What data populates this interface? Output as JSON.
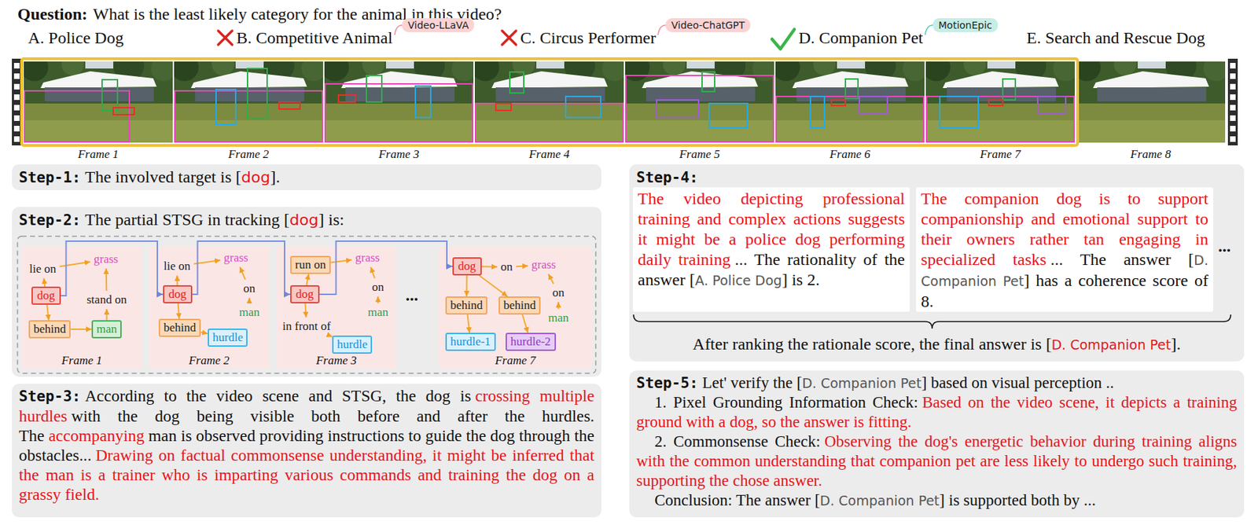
{
  "diagram": {
    "nodes": [
      {
        "text": [
          "Video-LLaVA"
        ]
      },
      {
        "text": [
          "Video-ChatGPT"
        ]
      },
      {
        "text": [
          "MotionEpic"
        ]
      },
      {
        "text": [
          "Step-1:",
          "The involved target is [",
          "dog",
          "]."
        ]
      },
      {
        "text": [
          "Step-2:",
          "The partial STSG in tracking [",
          "dog",
          "] is:"
        ]
      },
      {
        "text": [
          "Frame 1"
        ],
        "in": 4
      },
      {
        "text": [
          "dog"
        ],
        "in": 5
      },
      {
        "text": [
          "lie on"
        ],
        "in": 5
      },
      {
        "text": [
          "grass"
        ],
        "in": 5
      },
      {
        "text": [
          "behind"
        ],
        "in": 5
      },
      {
        "text": [
          "man"
        ],
        "in": 5
      },
      {
        "text": [
          "stand on"
        ],
        "in": 5
      },
      {
        "text": [
          "Frame 2"
        ],
        "in": 4
      },
      {
        "text": [
          "lie on"
        ],
        "in": 12
      },
      {
        "text": [
          "grass"
        ],
        "in": 12
      },
      {
        "text": [
          "dog"
        ],
        "in": 12
      },
      {
        "text": [
          "on"
        ],
        "in": 12
      },
      {
        "text": [
          "behind"
        ],
        "in": 12
      },
      {
        "text": [
          "man"
        ],
        "in": 12
      },
      {
        "text": [
          "hurdle"
        ],
        "in": 12
      },
      {
        "text": [
          "Frame 3"
        ],
        "in": 4
      },
      {
        "text": [
          "run on"
        ],
        "in": 20
      },
      {
        "text": [
          "grass"
        ],
        "in": 20
      },
      {
        "text": [
          "dog"
        ],
        "in": 20
      },
      {
        "text": [
          "on"
        ],
        "in": 20
      },
      {
        "text": [
          "in front of"
        ],
        "in": 20
      },
      {
        "text": [
          "man"
        ],
        "in": 20
      },
      {
        "text": [
          "hurdle"
        ],
        "in": 20
      },
      {
        "text": [
          "Frame 7"
        ],
        "in": 4
      },
      {
        "text": [
          "dog"
        ],
        "in": 28
      },
      {
        "text": [
          "on"
        ],
        "in": 28
      },
      {
        "text": [
          "grass"
        ],
        "in": 28
      },
      {
        "text": [
          "behind"
        ],
        "in": 28
      },
      {
        "text": [
          "behind"
        ],
        "in": 28
      },
      {
        "text": [
          "on"
        ],
        "in": 28
      },
      {
        "text": [
          "man"
        ],
        "in": 28
      },
      {
        "text": [
          "hurdle-1"
        ],
        "in": 28
      },
      {
        "text": [
          "hurdle-2"
        ],
        "in": 28
      },
      {
        "text": [
          "Step-3:",
          "According to the video scene and STSG, the dog is",
          "crossing multiple hurdles",
          "with the dog being visible both before and after the hurdles. The",
          "accompanying",
          "man is observed providing instructions to guide the dog through the obstacles...",
          "Drawing on factual commonsense understanding, it might be inferred that the man is a trainer who is imparting various commands and training the dog on a grassy field."
        ]
      },
      {
        "text": [
          "Step-4:",
          "After ranking the rationale score, the final answer is [",
          "D. Companion Pet",
          "]."
        ]
      },
      {
        "text": [
          "The video depicting professional training and complex actions suggests it might be a police dog performing daily training",
          "... The rationality of the answer [",
          "A. Police Dog",
          "] is 2."
        ],
        "in": 39
      },
      {
        "text": [
          "The companion dog is to support companionship and emotional support to their owners rather tan engaging in specialized tasks",
          "... The answer [",
          "D. Companion Pet",
          "] has a coherence score of 8."
        ],
        "in": 39
      },
      {
        "text": [
          "Step-5:",
          "Let' verify the [",
          "D. Companion Pet",
          "] based on visual perception ..",
          "1. Pixel Grounding Information Check:",
          "Based on the video scene, it depicts a training ground with a dog, so the answer is fitting.",
          "2. Commonsense Check:",
          "Observing the dog's energetic behavior during training aligns with the common understanding that companion pet are less likely to undergo such training, supporting the chose answer.",
          "Conclusion: The answer [",
          "D. Companion Pet",
          "] is supported both by ..."
        ]
      }
    ],
    "edges": [
      {
        "from": 6,
        "to": 7,
        "arrow": "to"
      },
      {
        "from": 7,
        "to": 8,
        "arrow": "to"
      },
      {
        "from": 6,
        "to": 9,
        "arrow": "to"
      },
      {
        "from": 9,
        "to": 10,
        "arrow": "to"
      },
      {
        "from": 10,
        "to": 11,
        "arrow": "to"
      },
      {
        "from": 11,
        "to": 8,
        "arrow": "to"
      },
      {
        "from": 15,
        "to": 13,
        "arrow": "to"
      },
      {
        "from": 13,
        "to": 14,
        "arrow": "to"
      },
      {
        "from": 15,
        "to": 17,
        "arrow": "to"
      },
      {
        "from": 17,
        "to": 19,
        "arrow": "to"
      },
      {
        "from": 18,
        "to": 16,
        "arrow": "to"
      },
      {
        "from": 16,
        "to": 14,
        "arrow": "to"
      },
      {
        "from": 23,
        "to": 21,
        "arrow": "to"
      },
      {
        "from": 21,
        "to": 22,
        "arrow": "to"
      },
      {
        "from": 23,
        "to": 25,
        "arrow": "to"
      },
      {
        "from": 25,
        "to": 27,
        "arrow": "to"
      },
      {
        "from": 26,
        "to": 24,
        "arrow": "to"
      },
      {
        "from": 24,
        "to": 22,
        "arrow": "to"
      },
      {
        "from": 29,
        "to": 30,
        "arrow": "to"
      },
      {
        "from": 30,
        "to": 31,
        "arrow": "to"
      },
      {
        "from": 29,
        "to": 32,
        "arrow": "to"
      },
      {
        "from": 32,
        "to": 36,
        "arrow": "to"
      },
      {
        "from": 29,
        "to": 33,
        "arrow": "to"
      },
      {
        "from": 33,
        "to": 37,
        "arrow": "to"
      },
      {
        "from": 35,
        "to": 34,
        "arrow": "to"
      },
      {
        "from": 34,
        "to": 31,
        "arrow": "to"
      },
      {
        "from": 6,
        "to": 15,
        "arrow": "to"
      },
      {
        "from": 15,
        "to": 23,
        "arrow": "to"
      },
      {
        "from": 23,
        "to": 29,
        "arrow": "to"
      }
    ],
    "labels": [
      "Question:",
      "What is the least likely category for the animal in this video?",
      "A. Police Dog",
      "B. Competitive Animal",
      "C. Circus Performer",
      "D. Companion Pet",
      "E. Search and Rescue Dog",
      "Frame 1",
      "Frame 2",
      "Frame 3",
      "Frame 4",
      "Frame 5",
      "Frame 6",
      "Frame 7",
      "Frame 8",
      "...",
      "..."
    ]
  }
}
